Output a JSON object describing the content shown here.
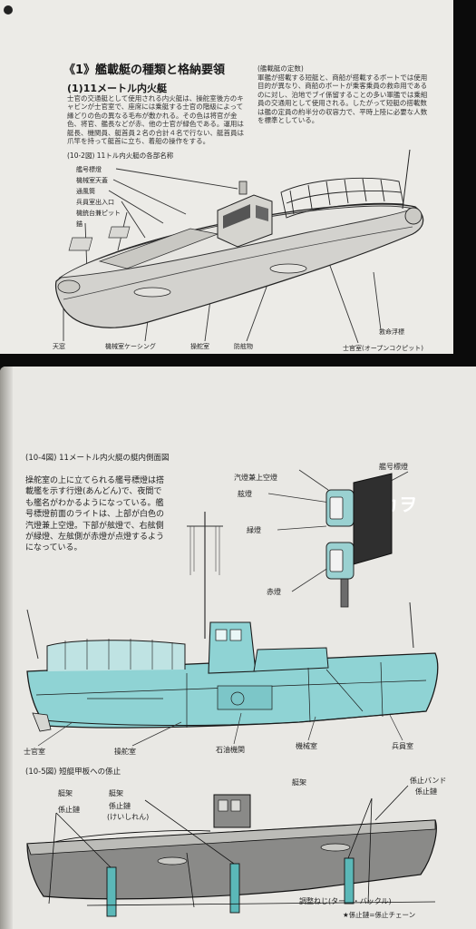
{
  "top_page": {
    "section_title": "《1》艦載艇の種類と格納要領",
    "subtitle": "(1)11メートル内火艇",
    "intro_text": "士官の交通艇として使用される内火艇は、操舵室後方のキャビンが士官室で、座席には乗艇する士官の階級によって縁どりの色の異なる毛布が敷かれる。その色は将官が金色、将官、艦長などが赤、他の士官が緑色である。運用は艇長、機関員、艇首員２名の合計４名で行ない、艇首員は爪竿を持って艇首に立ち、着船の操作をする。",
    "sidebar_heading": "(艦載艇の定数)",
    "sidebar_text": "軍艦が搭載する短艇と、商船が搭載するボートでは使用目的が異なり、商船のボートが乗客乗員の救命用であるのに対し、泊地でブイ係留することの多い軍艦では乗組員の交通用として使用される。したがって短艇の搭載数は艦の定員の約半分の収容力で、平時上陸に必要な人数を標準としている。",
    "figure_caption": "(10-2図) 11トル内火艇の各部名称",
    "labels_left": [
      "艦号標燈",
      "機械室天蓋",
      "通風筒",
      "兵員室出入口",
      "機銃台兼ピット",
      "錨"
    ],
    "labels_bottom": [
      "天窓",
      "機械室ケーシング",
      "操舵室",
      "防舷物",
      "士官室(オープンコクピット)",
      "救命浮標"
    ]
  },
  "bottom_page": {
    "figure4_caption": "(10-4図) 11メートル内火艇の艇内側面図",
    "description": "操舵室の上に立てられる艦号標燈は搭載艦を示す行燈(あんどん)で、夜間でも艦名がわかるようになっている。艦号標燈前面のライトは、上部が白色の汽燈兼上空燈。下部が舷燈で、右舷側が緑燈、左舷側が赤燈が点燈するようになっている。",
    "lamp_labels": [
      "艦号標燈",
      "汽燈兼上空燈",
      "舷燈",
      "緑燈",
      "赤燈"
    ],
    "sign_text": "タカヲ",
    "hull_labels": [
      "士官室",
      "操舵室",
      "石油機関",
      "機械室",
      "兵員室"
    ],
    "figure5_caption": "(10-5図) 短艇甲板への係止",
    "figure5_labels_left": [
      "艇架",
      "係止鏈"
    ],
    "figure5_labels_mid": [
      "艇架",
      "係止鏈",
      "(けいしれん)"
    ],
    "figure5_labels_right": [
      "艇架",
      "係止バンド",
      "係止鏈"
    ],
    "figure5_bottom_labels": [
      "調整ねじ(ターン・バックル)",
      "★係止鏈=係止チェーン"
    ]
  }
}
